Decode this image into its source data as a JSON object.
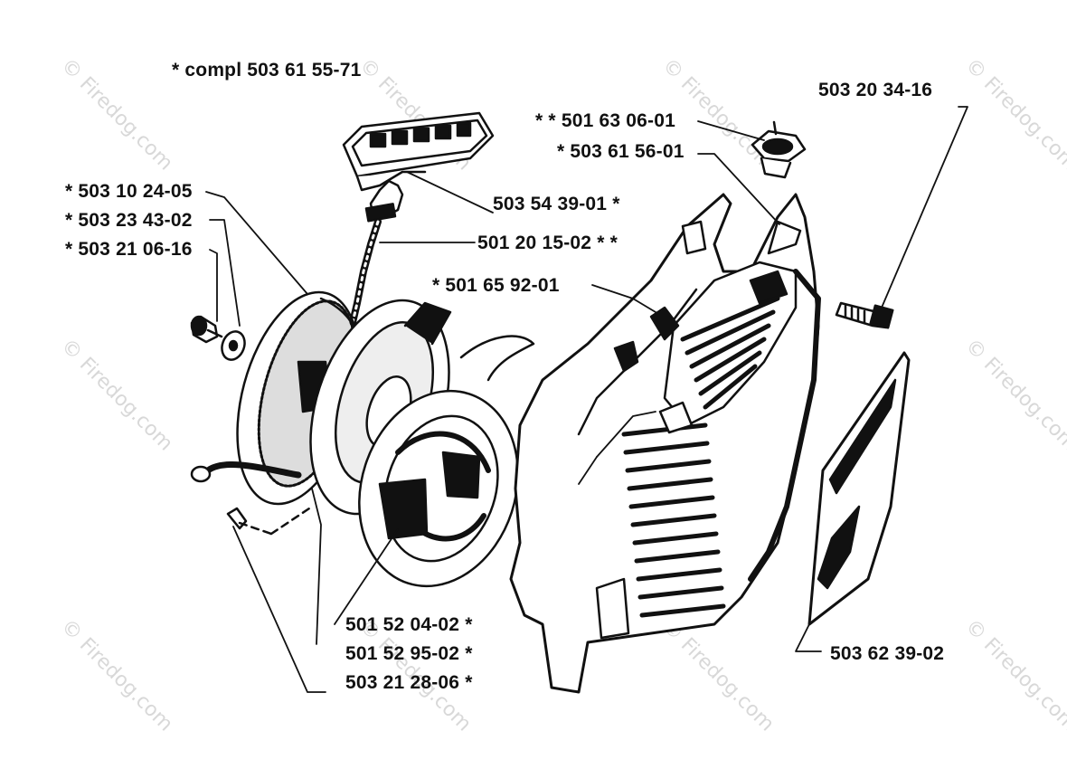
{
  "title": "* compl 503 61 55-71",
  "watermark": "© Firedog.com",
  "colors": {
    "ink": "#111111",
    "watermark": "#cfcfcf"
  },
  "parts": [
    {
      "id": "p1",
      "label": "* 503 10 24-05"
    },
    {
      "id": "p2",
      "label": "* 503 23 43-02"
    },
    {
      "id": "p3",
      "label": "* 503 21 06-16"
    },
    {
      "id": "p4",
      "label": "503 54 39-01 *"
    },
    {
      "id": "p5",
      "label": "501 20 15-02 * *"
    },
    {
      "id": "p6",
      "label": "* 501 65 92-01"
    },
    {
      "id": "p7",
      "label": "* * 501 63 06-01"
    },
    {
      "id": "p8",
      "label": "* 503 61 56-01"
    },
    {
      "id": "p9",
      "label": "503 20 34-16"
    },
    {
      "id": "p10",
      "label": "501 52 04-02 *"
    },
    {
      "id": "p11",
      "label": "501 52 95-02 *"
    },
    {
      "id": "p12",
      "label": "503 21 28-06 *"
    },
    {
      "id": "p13",
      "label": "503 62 39-02"
    }
  ]
}
